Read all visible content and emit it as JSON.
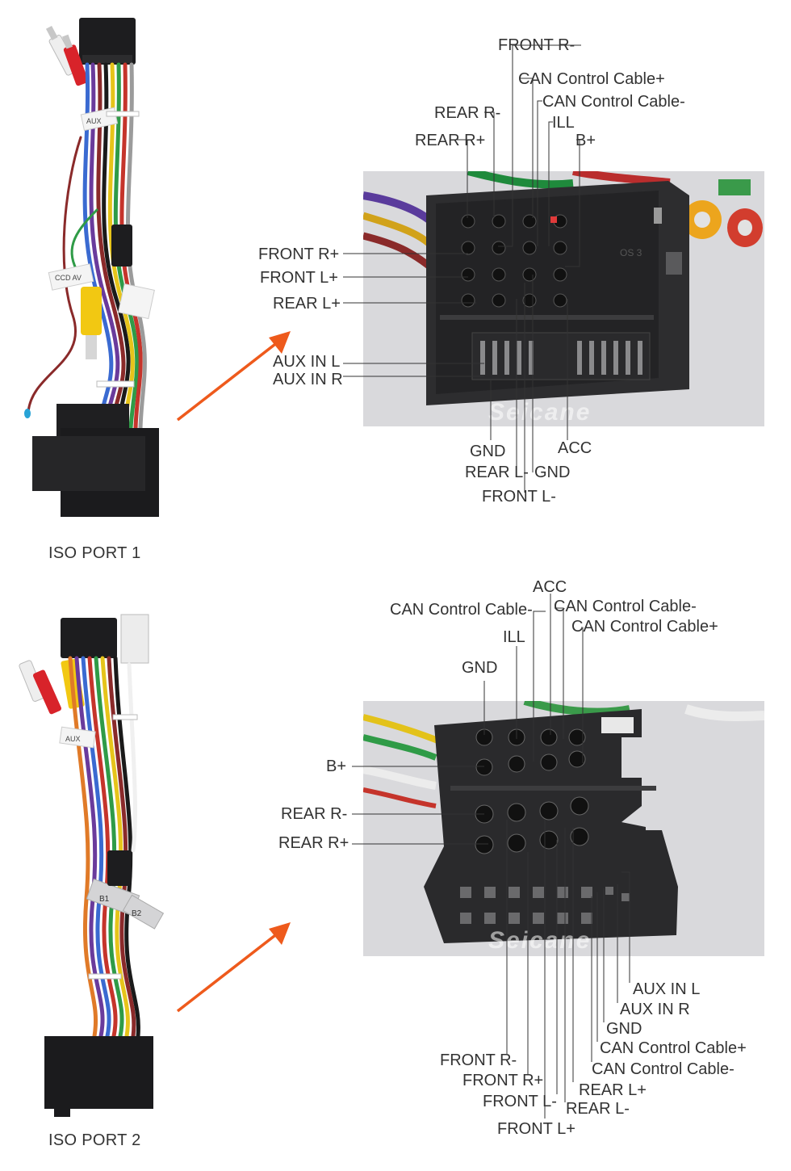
{
  "colors": {
    "arrow": "#ee5a1c",
    "leader": "#333333",
    "housing": "#2d2d2f",
    "background_photo": "#d9d9dc"
  },
  "watermark": "Seicane",
  "ports": [
    {
      "title": "ISO PORT 1",
      "harness_tags": [
        "AUX",
        "CCD AV"
      ],
      "labels": {
        "front_r_minus": "FRONT R-",
        "can_plus": "CAN Control Cable+",
        "can_minus": "CAN Control Cable-",
        "rear_r_minus": "REAR R-",
        "ill": "ILL",
        "rear_r_plus": "REAR R+",
        "b_plus": "B+",
        "front_r_plus": "FRONT R+",
        "front_l_plus": "FRONT L+",
        "rear_l_plus": "REAR L+",
        "aux_in_l": "AUX IN L",
        "aux_in_r": "AUX IN R",
        "gnd_a": "GND",
        "acc": "ACC",
        "rear_l_minus": "REAR L-",
        "gnd_b": "GND",
        "front_l_minus": "FRONT L-"
      }
    },
    {
      "title": "ISO PORT 2",
      "harness_tags": [
        "AUX",
        "B1",
        "B2"
      ],
      "labels": {
        "acc": "ACC",
        "can_minus_a": "CAN Control Cable-",
        "can_minus_b": "CAN Control Cable-",
        "can_plus_top": "CAN Control Cable+",
        "ill": "ILL",
        "gnd_top": "GND",
        "b_plus": "B+",
        "rear_r_minus": "REAR R-",
        "rear_r_plus": "REAR R+",
        "aux_in_l": "AUX IN L",
        "aux_in_r": "AUX IN R",
        "gnd_bottom": "GND",
        "can_plus_bottom": "CAN Control Cable+",
        "can_minus_bottom": "CAN Control Cable-",
        "front_r_minus": "FRONT R-",
        "front_r_plus": "FRONT R+",
        "rear_l_plus": "REAR L+",
        "front_l_minus": "FRONT L-",
        "rear_l_minus": "REAR L-",
        "front_l_plus": "FRONT L+"
      }
    }
  ]
}
